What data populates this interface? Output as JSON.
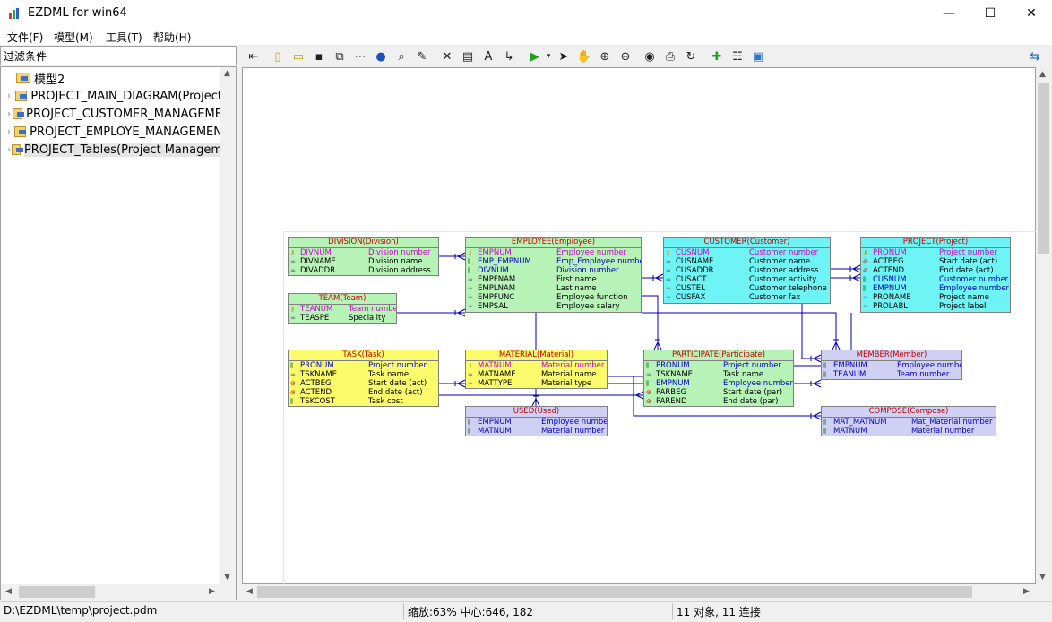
{
  "window": {
    "title": "EZDML for win64",
    "minimize": "—",
    "maximize": "☐",
    "close": "✕"
  },
  "menu": [
    "文件(F)",
    "模型(M)",
    "工具(T)",
    "帮助(H)"
  ],
  "filter": {
    "label": "过滤条件"
  },
  "tree": [
    {
      "label": "模型2",
      "expandable": false,
      "selected": false
    },
    {
      "label": "PROJECT_MAIN_DIAGRAM(Project",
      "expandable": true,
      "selected": false
    },
    {
      "label": "PROJECT_CUSTOMER_MANAGEME",
      "expandable": true,
      "selected": false
    },
    {
      "label": "PROJECT_EMPLOYE_MANAGEMEN",
      "expandable": true,
      "selected": false
    },
    {
      "label": "PROJECT_Tables(Project Managem",
      "expandable": true,
      "selected": true
    }
  ],
  "toolbar_icons": [
    "back-icon",
    "new-icon",
    "open-icon",
    "save-icon",
    "save-as-icon",
    "diagram-icon",
    "globe-icon",
    "find-icon",
    "pencil-icon",
    "delete-icon",
    "table-icon",
    "text-icon",
    "link-icon",
    "run-icon",
    "dropdown-icon",
    "pointer-icon",
    "hand-icon",
    "zoom-in-icon",
    "zoom-out-icon",
    "view-icon",
    "print-icon",
    "refresh-icon",
    "add-table-icon",
    "properties-icon",
    "image-icon",
    "layout-toggle-icon"
  ],
  "status": {
    "path": "D:\\EZDML\\temp\\project.pdm",
    "zoom": "缩放:63% 中心:646, 182",
    "count": "11 对象, 11 连接"
  },
  "colors": {
    "green": "#b7f3b7",
    "cyan": "#6ef4f4",
    "yellow": "#fbfb6c",
    "lavender": "#d0d0f4",
    "title_red": "#c00000",
    "link_blue": "#0000b0"
  },
  "entities": [
    {
      "id": "division",
      "title": "DIVISION(Division)",
      "color": "green",
      "rows": [
        {
          "key": "pk",
          "name": "DIVNUM",
          "logical": "Division number",
          "style": "pk"
        },
        {
          "key": "attr",
          "name": "DIVNAME",
          "logical": "Division name",
          "style": ""
        },
        {
          "key": "attr",
          "name": "DIVADDR",
          "logical": "Division address",
          "style": ""
        }
      ]
    },
    {
      "id": "employee",
      "title": "EMPLOYEE(Employee)",
      "color": "green",
      "rows": [
        {
          "key": "pk",
          "name": "EMPNUM",
          "logical": "Employee number",
          "style": "pk"
        },
        {
          "key": "fk",
          "name": "EMP_EMPNUM",
          "logical": "Emp_Employee number",
          "style": "fk"
        },
        {
          "key": "fk",
          "name": "DIVNUM",
          "logical": "Division number",
          "style": "fk"
        },
        {
          "key": "attr",
          "name": "EMPFNAM",
          "logical": "First name",
          "style": ""
        },
        {
          "key": "attr",
          "name": "EMPLNAM",
          "logical": "Last name",
          "style": ""
        },
        {
          "key": "attr",
          "name": "EMPFUNC",
          "logical": "Employee function",
          "style": ""
        },
        {
          "key": "attr",
          "name": "EMPSAL",
          "logical": "Employee salary",
          "style": ""
        }
      ]
    },
    {
      "id": "customer",
      "title": "CUSTOMER(Customer)",
      "color": "cyan",
      "rows": [
        {
          "key": "pk",
          "name": "CUSNUM",
          "logical": "Customer number",
          "style": "pk"
        },
        {
          "key": "attr",
          "name": "CUSNAME",
          "logical": "Customer name",
          "style": ""
        },
        {
          "key": "attr",
          "name": "CUSADDR",
          "logical": "Customer address",
          "style": ""
        },
        {
          "key": "attr",
          "name": "CUSACT",
          "logical": "Customer activity",
          "style": ""
        },
        {
          "key": "attr",
          "name": "CUSTEL",
          "logical": "Customer telephone",
          "style": ""
        },
        {
          "key": "attr",
          "name": "CUSFAX",
          "logical": "Customer fax",
          "style": ""
        }
      ]
    },
    {
      "id": "project",
      "title": "PROJECT(Project)",
      "color": "cyan",
      "rows": [
        {
          "key": "pk",
          "name": "PRONUM",
          "logical": "Project number",
          "style": "pk"
        },
        {
          "key": "clock",
          "name": "ACTBEG",
          "logical": "Start date (act)",
          "style": ""
        },
        {
          "key": "clock",
          "name": "ACTEND",
          "logical": "End date (act)",
          "style": ""
        },
        {
          "key": "fk",
          "name": "CUSNUM",
          "logical": "Customer number",
          "style": "fk"
        },
        {
          "key": "fk",
          "name": "EMPNUM",
          "logical": "Employee number",
          "style": "fk"
        },
        {
          "key": "attr",
          "name": "PRONAME",
          "logical": "Project name",
          "style": ""
        },
        {
          "key": "attr",
          "name": "PROLABL",
          "logical": "Project label",
          "style": ""
        }
      ]
    },
    {
      "id": "team",
      "title": "TEAM(Team)",
      "color": "green",
      "rows": [
        {
          "key": "pk",
          "name": "TEANUM",
          "logical": "Team numbe",
          "style": "pk"
        },
        {
          "key": "attr",
          "name": "TEASPE",
          "logical": "Speciality",
          "style": ""
        }
      ]
    },
    {
      "id": "task",
      "title": "TASK(Task)",
      "color": "yellow",
      "rows": [
        {
          "key": "fk",
          "name": "PRONUM",
          "logical": "Project number",
          "style": "fk"
        },
        {
          "key": "attr",
          "name": "TSKNAME",
          "logical": "Task name",
          "style": ""
        },
        {
          "key": "clock",
          "name": "ACTBEG",
          "logical": "Start date (act)",
          "style": ""
        },
        {
          "key": "clock",
          "name": "ACTEND",
          "logical": "End date (act)",
          "style": ""
        },
        {
          "key": "fk",
          "name": "TSKCOST",
          "logical": "Task cost",
          "style": ""
        }
      ]
    },
    {
      "id": "material",
      "title": "MATERIAL(Material)",
      "color": "yellow",
      "rows": [
        {
          "key": "pk",
          "name": "MATNUM",
          "logical": "Material number",
          "style": "pk"
        },
        {
          "key": "attr",
          "name": "MATNAME",
          "logical": "Material name",
          "style": ""
        },
        {
          "key": "attr",
          "name": "MATTYPE",
          "logical": "Material type",
          "style": ""
        }
      ]
    },
    {
      "id": "participate",
      "title": "PARTICIPATE(Participate)",
      "color": "green",
      "rows": [
        {
          "key": "fk",
          "name": "PRONUM",
          "logical": "Project number",
          "style": "fk"
        },
        {
          "key": "attr",
          "name": "TSKNAME",
          "logical": "Task name",
          "style": ""
        },
        {
          "key": "fk",
          "name": "EMPNUM",
          "logical": "Employee number",
          "style": "fk"
        },
        {
          "key": "clock",
          "name": "PARBEG",
          "logical": "Start date (par)",
          "style": ""
        },
        {
          "key": "clock",
          "name": "PAREND",
          "logical": "End date (par)",
          "style": ""
        }
      ]
    },
    {
      "id": "member",
      "title": "MEMBER(Member)",
      "color": "lavender",
      "rows": [
        {
          "key": "fk",
          "name": "EMPNUM",
          "logical": "Employee number",
          "style": "fk"
        },
        {
          "key": "fk",
          "name": "TEANUM",
          "logical": "Team number",
          "style": "fk"
        }
      ]
    },
    {
      "id": "used",
      "title": "USED(Used)",
      "color": "lavender",
      "rows": [
        {
          "key": "fk",
          "name": "EMPNUM",
          "logical": "Employee number",
          "style": "fk"
        },
        {
          "key": "fk",
          "name": "MATNUM",
          "logical": "Material number",
          "style": "fk"
        }
      ]
    },
    {
      "id": "compose",
      "title": "COMPOSE(Compose)",
      "color": "lavender",
      "rows": [
        {
          "key": "fk",
          "name": "MAT_MATNUM",
          "logical": "Mat_Material number",
          "style": "fk"
        },
        {
          "key": "fk",
          "name": "MATNUM",
          "logical": "Material number",
          "style": "fk"
        }
      ]
    }
  ]
}
